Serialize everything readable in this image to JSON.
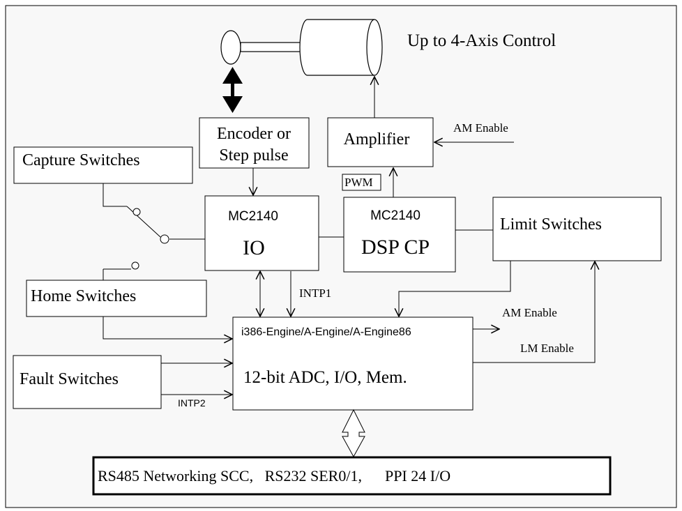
{
  "title": "Up to 4-Axis Control",
  "blocks": {
    "encoder_line1": "Encoder or",
    "encoder_line2": "Step pulse",
    "amplifier": "Amplifier",
    "capture_switches": "Capture Switches",
    "home_switches": "Home Switches",
    "fault_switches": "Fault Switches",
    "limit_switches": "Limit Switches",
    "io_chip": "MC2140",
    "io_label": "IO",
    "dsp_chip": "MC2140",
    "dsp_label": "DSP CP",
    "engine_title": "i386-Engine/A-Engine/A-Engine86",
    "engine_body": "12-bit ADC, I/O, Mem.",
    "bus": "RS485 Networking SCC,   RS232 SER0/1,      PPI 24 I/O"
  },
  "signals": {
    "am_enable_top": "AM Enable",
    "pwm": "PWM",
    "intp1": "INTP1",
    "intp2": "INTP2",
    "am_enable_right": "AM Enable",
    "lm_enable": "LM Enable"
  }
}
